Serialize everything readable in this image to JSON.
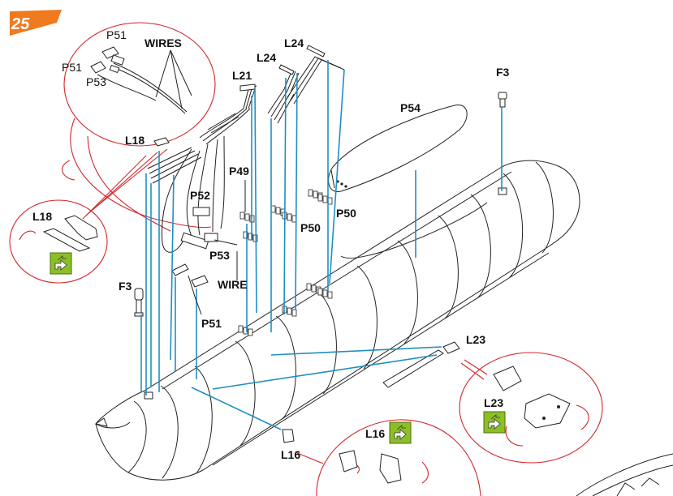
{
  "step": {
    "number": "25",
    "badge_color": "#f07a1e"
  },
  "colors": {
    "guide_lines": "#1f8fc0",
    "callout_circles": "#d4252b",
    "flip_icon_fill": "#8cbf26",
    "outline": "#222222"
  },
  "icons": [
    "flip-part-icon",
    "rotation-arrow-icon"
  ],
  "labels": {
    "p51_top": "P51",
    "wires": "WIRES",
    "p51_left": "P51",
    "p53_callout": "P53",
    "l24_a": "L24",
    "l24_b": "L24",
    "l21": "L21",
    "f3_top": "F3",
    "p54": "P54",
    "l18_top": "L18",
    "p49": "P49",
    "p52": "P52",
    "l18_callout": "L18",
    "p50_a": "P50",
    "p50_b": "P50",
    "p53": "P53",
    "wire": "WIRE",
    "f3_left": "F3",
    "p51_bottom": "P51",
    "l23_a": "L23",
    "l23_b": "L23",
    "l16_callout": "L16",
    "l16": "L16"
  }
}
